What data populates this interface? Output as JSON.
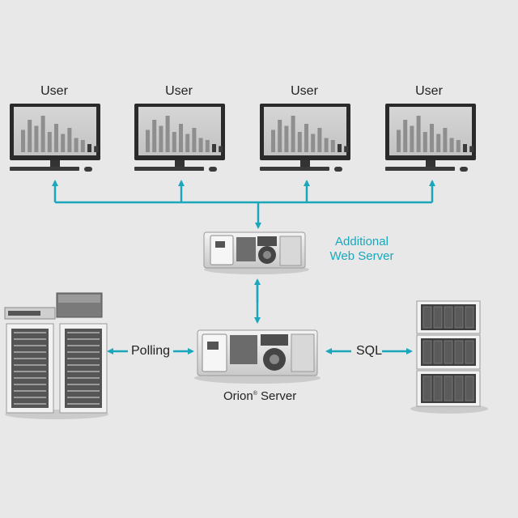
{
  "users": [
    {
      "label": "User"
    },
    {
      "label": "User"
    },
    {
      "label": "User"
    },
    {
      "label": "User"
    }
  ],
  "web_server": {
    "line1": "Additional",
    "line2": "Web Server"
  },
  "orion_server": {
    "name": "Orion",
    "mark": "®",
    "suffix": " Server"
  },
  "polling": {
    "label": "Polling"
  },
  "sql": {
    "label": "SQL"
  },
  "colors": {
    "accent": "#1aa7bc",
    "background": "#e8e8e8"
  },
  "monitor_bars": [
    0.55,
    0.8,
    0.65,
    0.9,
    0.5,
    0.7,
    0.45,
    0.6,
    0.35,
    0.3,
    0.2,
    0.15
  ]
}
